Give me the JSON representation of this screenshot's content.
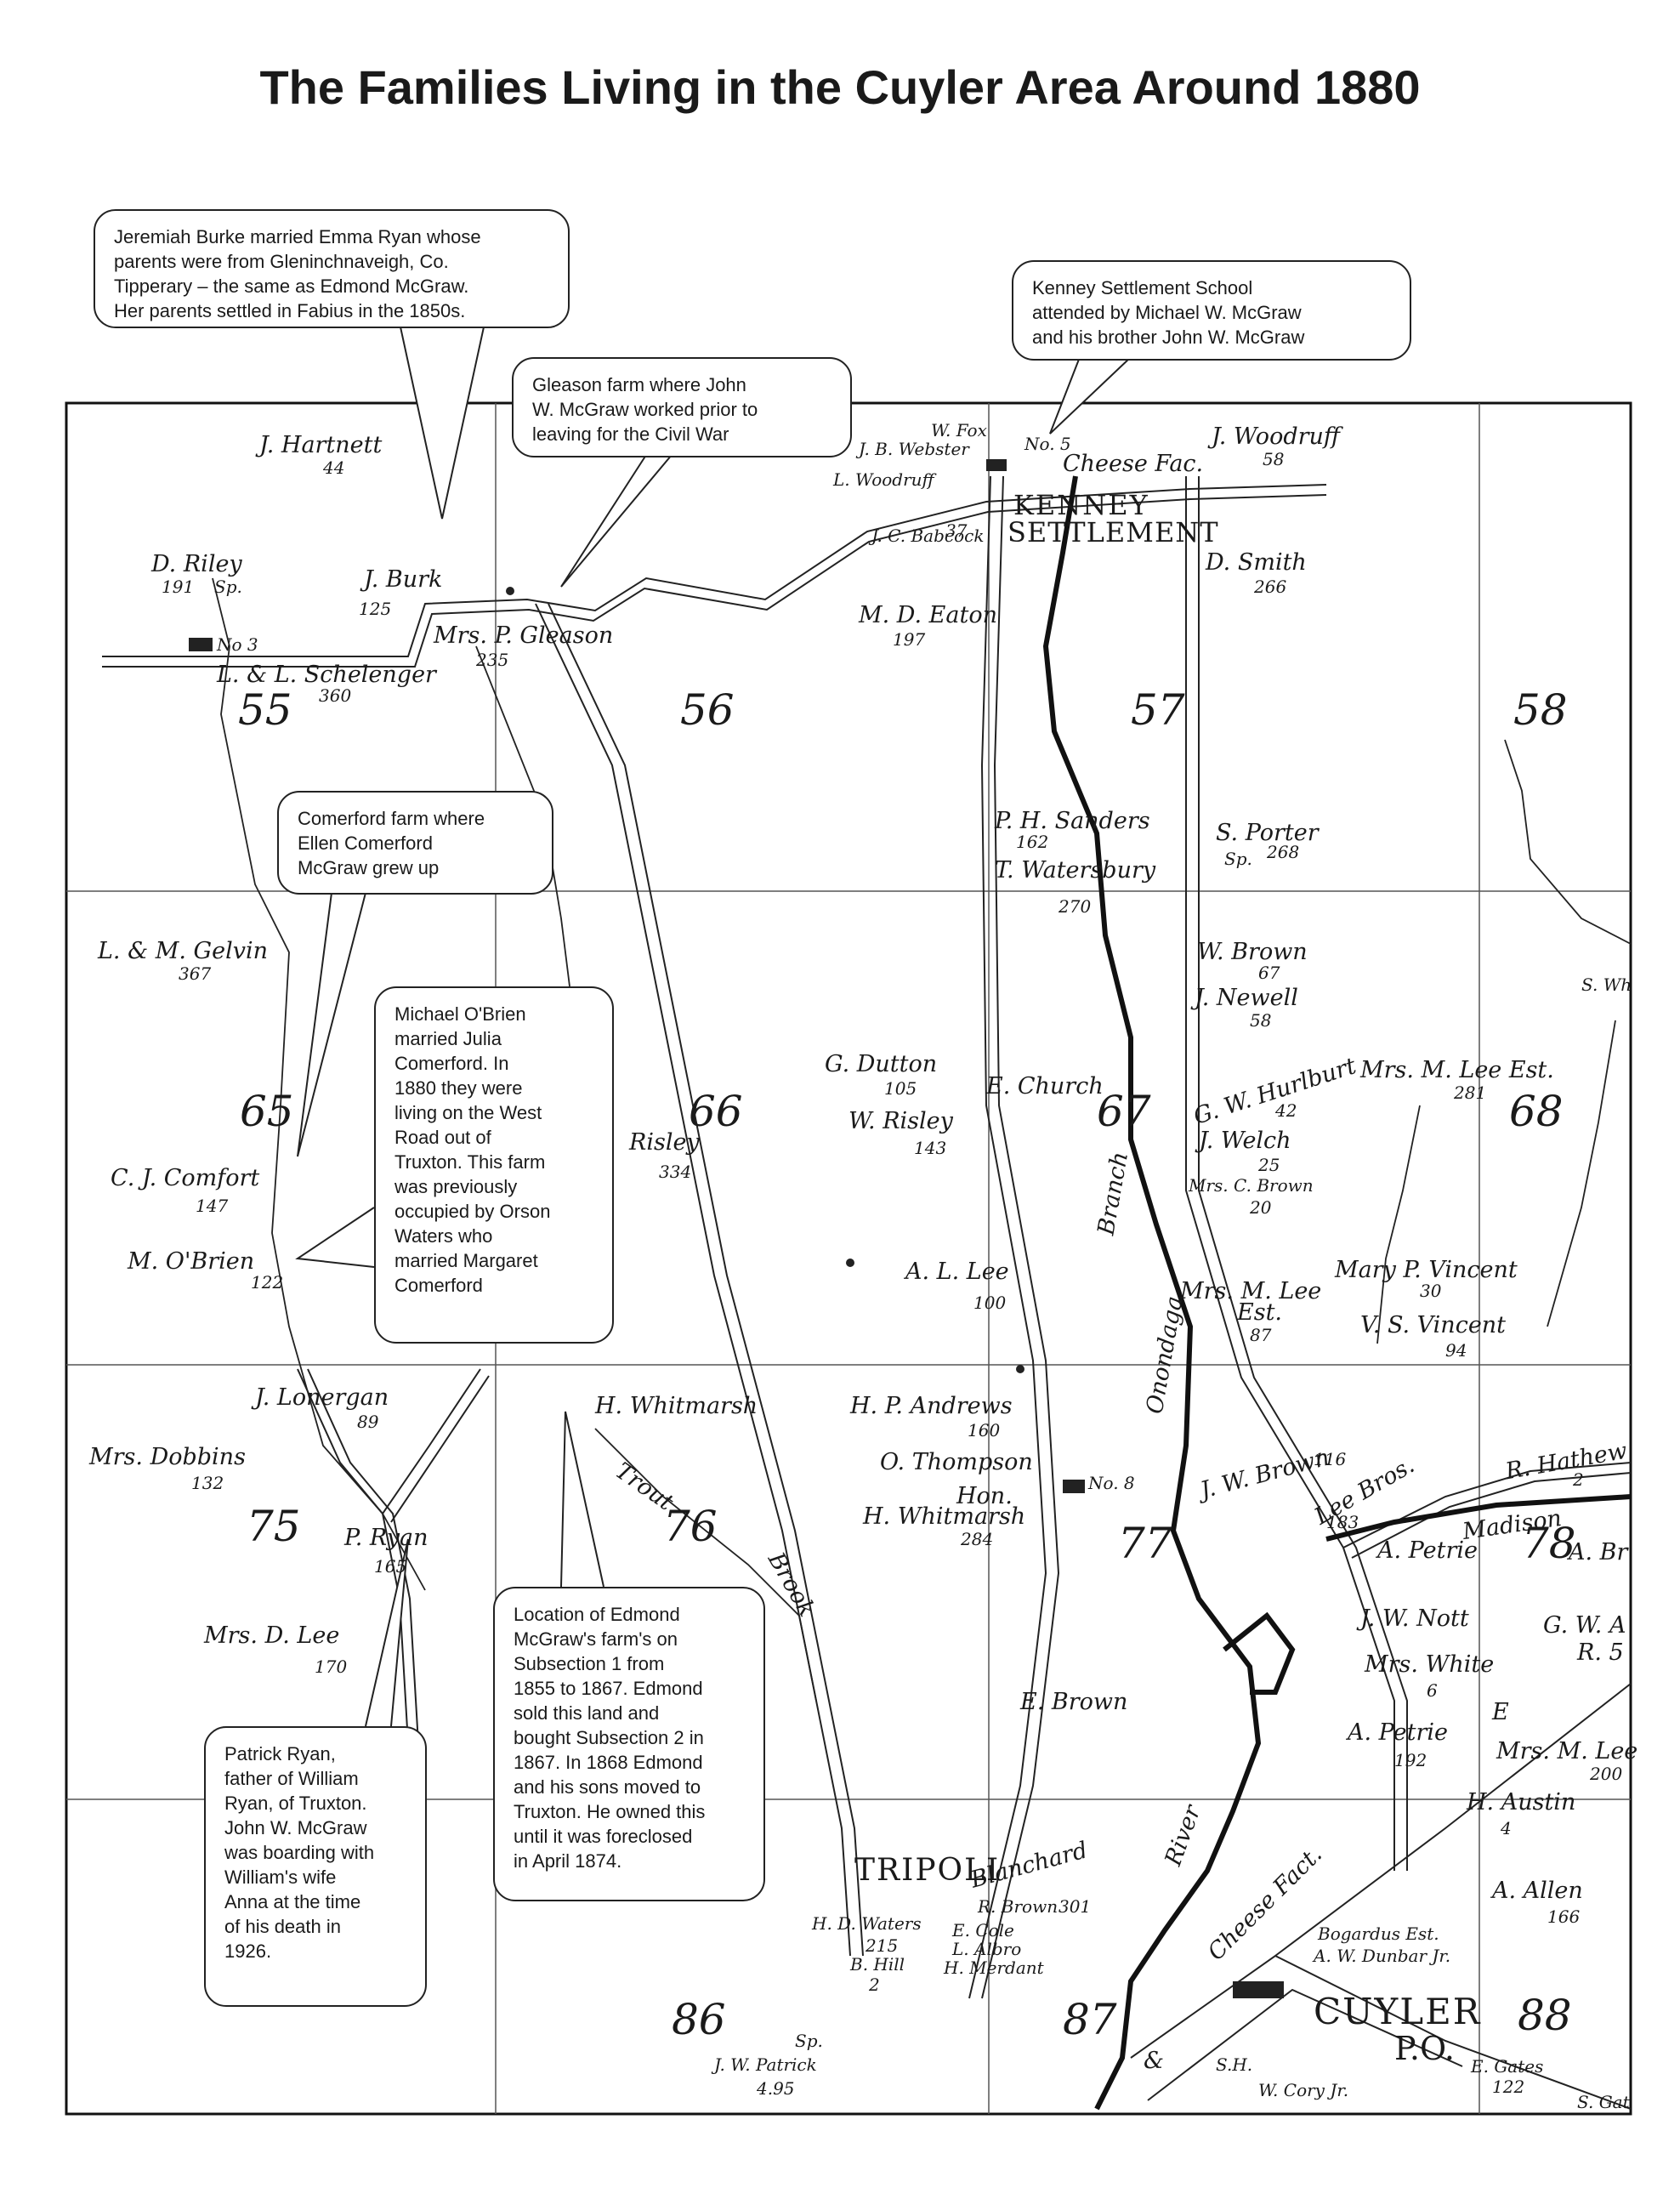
{
  "title": "The Families Living in the Cuyler Area Around 1880",
  "callouts": {
    "burke": "Jeremiah Burke married Emma Ryan whose\nparents were from Gleninchnaveigh, Co.\nTipperary – the same as Edmond McGraw.\nHer parents settled in Fabius in the 1850s.",
    "kenney_school": "Kenney Settlement School\nattended by Michael W. McGraw\nand his brother John W. McGraw",
    "gleason": "Gleason farm where John\nW. McGraw worked prior to\nleaving for the Civil War",
    "comerford": "Comerford farm where\nEllen Comerford\nMcGraw grew up",
    "obrien": "Michael O'Brien\nmarried Julia\nComerford. In\n1880 they were\nliving on the West\nRoad out of\nTruxton. This farm\nwas previously\noccupied by Orson\nWaters who\nmarried Margaret\nComerford",
    "edmond": "Location of Edmond\nMcGraw's farm's on\nSubsection 1 from\n1855 to 1867. Edmond\nsold this land and\nbought Subsection 2 in\n1867. In 1868 Edmond\nand his sons moved to\nTruxton. He owned this\nuntil it was foreclosed\nin April 1874.",
    "ryan": "Patrick Ryan,\nfather of William\nRyan, of Truxton.\nJohn W. McGraw\nwas boarding with\nWilliam's wife\nAnna at the time\nof his death in\n1926."
  },
  "sections": [
    "55",
    "56",
    "57",
    "58",
    "65",
    "66",
    "67",
    "68",
    "75",
    "76",
    "77",
    "78",
    "86",
    "87",
    "88"
  ],
  "places": {
    "kenney": "KENNEY",
    "settlement": "SETTLEMENT",
    "tripoli": "TRIPOLI",
    "cuyler": "CUYLER",
    "po": "P.O."
  },
  "map_text": {
    "hartnett": "J. Hartnett",
    "hartnett_n": "44",
    "riley": "D. Riley",
    "riley_n": "191",
    "sp1": "Sp.",
    "no3": "No 3",
    "burk": "J. Burk",
    "burk_n": "125",
    "gleason": "Mrs. P. Gleason",
    "gleason_n": "235",
    "schelenger": "L. & L. Schelenger",
    "schelenger_n": "360",
    "webster": "J. B. Webster",
    "fox": "W. Fox",
    "no5": "No. 5",
    "cheese_fac": "Cheese Fac.",
    "woodruff_l": "L. Woodruff",
    "babcock": "J. C. Babcock",
    "babcock_n": "37",
    "woodruff_j": "J. Woodruff",
    "woodruff_j_n": "58",
    "smith": "D. Smith",
    "smith_n": "266",
    "eaton": "M. D. Eaton",
    "eaton_n": "197",
    "sanders": "P. H. Sanders",
    "sanders_n": "162",
    "porter": "S. Porter",
    "porter_n": "268",
    "sp2": "Sp.",
    "watersbury": "T. Watersbury",
    "watersbury_n": "270",
    "gelvin": "L. & M. Gelvin",
    "gelvin_n": "367",
    "wbrown": "W. Brown",
    "wbrown_n": "67",
    "newell": "J. Newell",
    "newell_n": "58",
    "swh": "S. Wh",
    "dutton": "G. Dutton",
    "dutton_n": "105",
    "church": "E. Church",
    "risley_w": "W. Risley",
    "risley_w_n": "143",
    "risley": "Risley",
    "risley_n": "334",
    "hurlburt": "G. W. Hurlburt",
    "hurlburt_n": "42",
    "welch": "J. Welch",
    "welch_n": "25",
    "cbrown": "Mrs. C. Brown",
    "cbrown_n": "20",
    "mlee_est": "Mrs. M. Lee Est.",
    "mlee_est_n": "281",
    "comfort": "C. J. Comfort",
    "comfort_n": "147",
    "obrien": "M. O'Brien",
    "obrien_n": "122",
    "allee": "A. L. Lee",
    "allee_n": "100",
    "mlee2": "Mrs. M. Lee",
    "mlee2_est": "Est.",
    "mlee2_n": "87",
    "mvincent": "Mary P. Vincent",
    "mvincent_n": "30",
    "vvincent": "V. S. Vincent",
    "vvincent_n": "94",
    "lonergan": "J. Lonergan",
    "lonergan_n": "89",
    "whitmarsh": "H. Whitmarsh",
    "andrews": "H. P. Andrews",
    "andrews_n": "160",
    "thompson": "O. Thompson",
    "hon": "Hon.",
    "hwhitmarsh": "H. Whitmarsh",
    "hwhitmarsh_n": "284",
    "no8": "No. 8",
    "jwbrown": "J. W. Brown",
    "jwbrown_n": "116",
    "leebros": "Lee Bros.",
    "leebros_n": "183",
    "hathew": "R. Hathew",
    "hathew_n": "2",
    "dobbins": "Mrs. Dobbins",
    "dobbins_n": "132",
    "ryan": "P. Ryan",
    "ryan_n": "165",
    "madison": "Madison",
    "petrie": "A. Petrie",
    "abr": "A. Br",
    "nott": "J. W. Nott",
    "gwa": "G. W. A",
    "dlee": "Mrs. D. Lee",
    "dlee_n": "170",
    "white": "Mrs. White",
    "white_n": "6",
    "r5": "R. 5",
    "petrie2": "A. Petrie",
    "petrie2_n": "192",
    "mlee3": "Mrs. M. Lee",
    "mlee3_n": "200",
    "ebrown": "E. Brown",
    "austin": "H. Austin",
    "austin_n": "4",
    "trout": "Trout",
    "brook": "Brook",
    "onondaga": "Onondaga",
    "branch": "Branch",
    "river": "River",
    "e": "E",
    "allen": "A. Allen",
    "allen_n": "166",
    "blanchard": "Blanchard",
    "rbrown": "R. Brown",
    "rbrown_n": "301",
    "waters": "H. D. Waters",
    "waters_n": "215",
    "cole": "E. Cole",
    "albro": "L. Albro",
    "bhill": "B. Hill",
    "bhill_n": "2",
    "merdant": "H. Merdant",
    "cheese_fact": "Cheese Fact.",
    "bogardus": "Bogardus Est.",
    "dunbar": "A. W. Dunbar Jr.",
    "patrick": "J. W. Patrick",
    "patrick_n": "4.95",
    "sp3": "Sp.",
    "shh": "S.H.",
    "gates": "E. Gates",
    "gates_n": "122",
    "cory": "W. Cory Jr.",
    "sgat": "S. Gat",
    "amp": "&"
  }
}
